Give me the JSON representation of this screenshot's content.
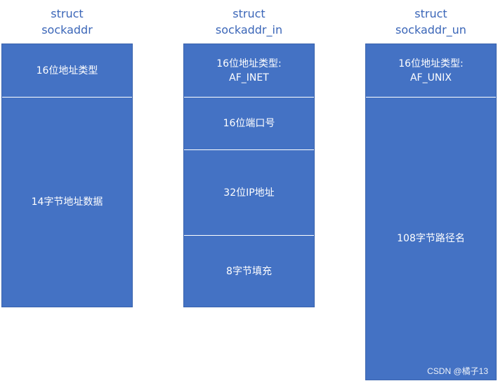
{
  "columns": [
    {
      "title": "struct\nsockaddr",
      "fields": [
        "16位地址类型",
        "14字节地址数据"
      ]
    },
    {
      "title": "struct\nsockaddr_in",
      "fields": [
        "16位地址类型:\nAF_INET",
        "16位端口号",
        "32位IP地址",
        "8字节填充"
      ]
    },
    {
      "title": "struct\nsockaddr_un",
      "fields": [
        "16位地址类型:\nAF_UNIX",
        "108字节路径名"
      ]
    }
  ],
  "watermark": "CSDN @橘子13",
  "colors": {
    "box_fill": "#4472c4",
    "title_text": "#3b66b8",
    "field_text": "#ffffff"
  }
}
